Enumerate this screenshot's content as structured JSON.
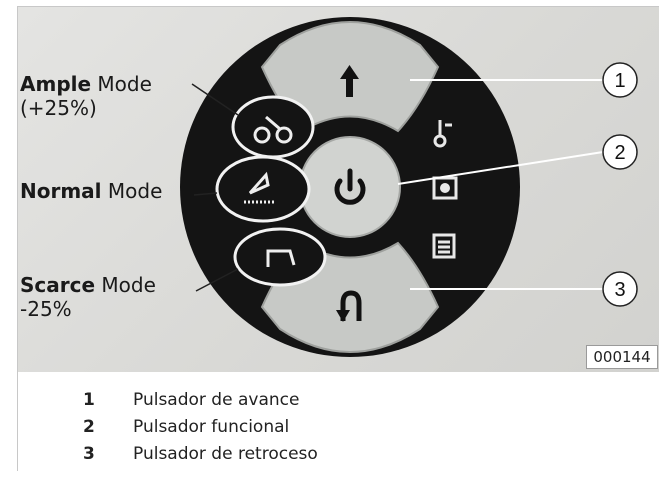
{
  "figure": {
    "modes": [
      {
        "bold": "Ample",
        "rest": " Mode",
        "note": "(+25%)"
      },
      {
        "bold": "Normal",
        "rest": " Mode",
        "note": ""
      },
      {
        "bold": "Scarce",
        "rest": " Mode",
        "note": "-25%"
      }
    ],
    "callouts": [
      "1",
      "2",
      "3"
    ],
    "image_code": "000144",
    "icons": [
      "arrow-up-icon",
      "power-icon",
      "arrow-return-icon",
      "thermometer-icon",
      "disc-icon",
      "list-icon",
      "wheel-mode-icon",
      "brush-mode-icon",
      "scraper-mode-icon"
    ]
  },
  "legend": [
    {
      "num": "1",
      "text": "Pulsador de avance"
    },
    {
      "num": "2",
      "text": "Pulsador funcional"
    },
    {
      "num": "3",
      "text": "Pulsador de retroceso"
    }
  ]
}
